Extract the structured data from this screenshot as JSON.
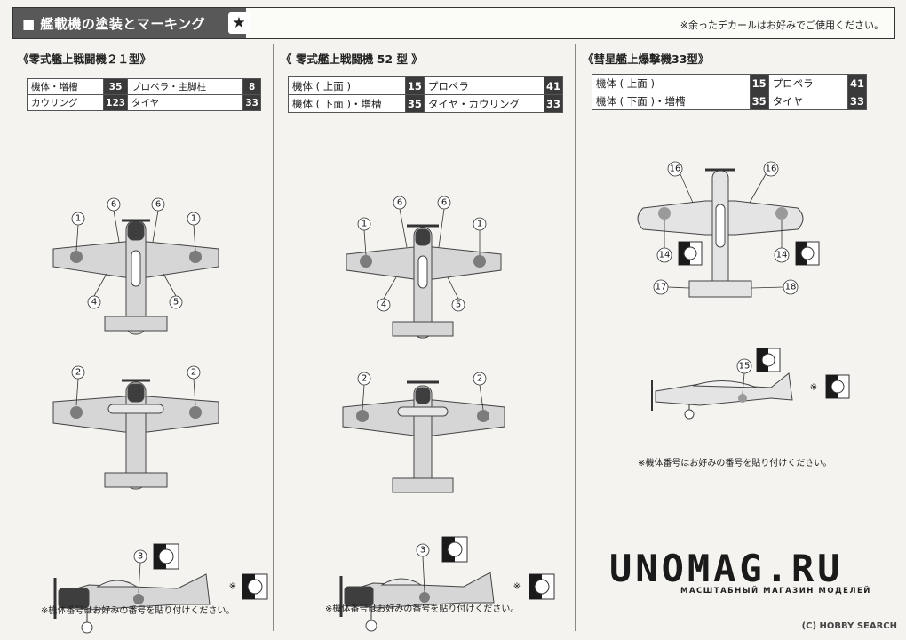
{
  "header": {
    "title": "■ 艦載機の塗装とマーキング",
    "star": "★",
    "note": "※余ったデカールはお好みでご使用ください。"
  },
  "columns": [
    {
      "title": "《零式艦上戦闘機２１型》",
      "legend": [
        {
          "l_label": "機体・増槽",
          "l_code": "35",
          "r_label": "プロペラ・主脚柱",
          "r_code": "8"
        },
        {
          "l_label": "カウリング",
          "l_code": "123",
          "r_label": "タイヤ",
          "r_code": "33"
        }
      ],
      "footnote": "※機体番号はお好みの番号を貼り付けください。"
    },
    {
      "title": "《 零式艦上戦闘機 52 型 》",
      "legend": [
        {
          "l_label": "機体 ( 上面 )",
          "l_code": "15",
          "r_label": "プロペラ",
          "r_code": "41"
        },
        {
          "l_label": "機体 ( 下面 )・増槽",
          "l_code": "35",
          "r_label": "タイヤ・カウリング",
          "r_code": "33"
        }
      ],
      "footnote": "※機体番号はお好みの番号を貼り付けください。"
    },
    {
      "title": "《彗星艦上爆撃機33型》",
      "legend": [
        {
          "l_label": "機体 ( 上面 )",
          "l_code": "15",
          "r_label": "プロペラ",
          "r_code": "41"
        },
        {
          "l_label": "機体 ( 下面 )・増槽",
          "l_code": "35",
          "r_label": "タイヤ",
          "r_code": "33"
        }
      ],
      "footnote": "※機体番号はお好みの番号を貼り付けください。"
    }
  ],
  "callouts": {
    "c1": "1",
    "c2": "2",
    "c3": "3",
    "c4": "4",
    "c5": "5",
    "c6": "6",
    "c14": "14",
    "c15": "15",
    "c16": "16",
    "c17": "17",
    "c18": "18"
  },
  "reference_mark": "※",
  "watermark": {
    "brand": "UNOMAG.RU",
    "sub": "МАСШТАБНЫЙ МАГАЗИН МОДЕЛЕЙ",
    "credit": "(C) HOBBY SEARCH"
  },
  "colors": {
    "camo_light": "#d6d6d6",
    "camo_dark": "#3e3e3e",
    "roundel": "#7c7c7c",
    "decal_black": "#1a1a1a"
  }
}
